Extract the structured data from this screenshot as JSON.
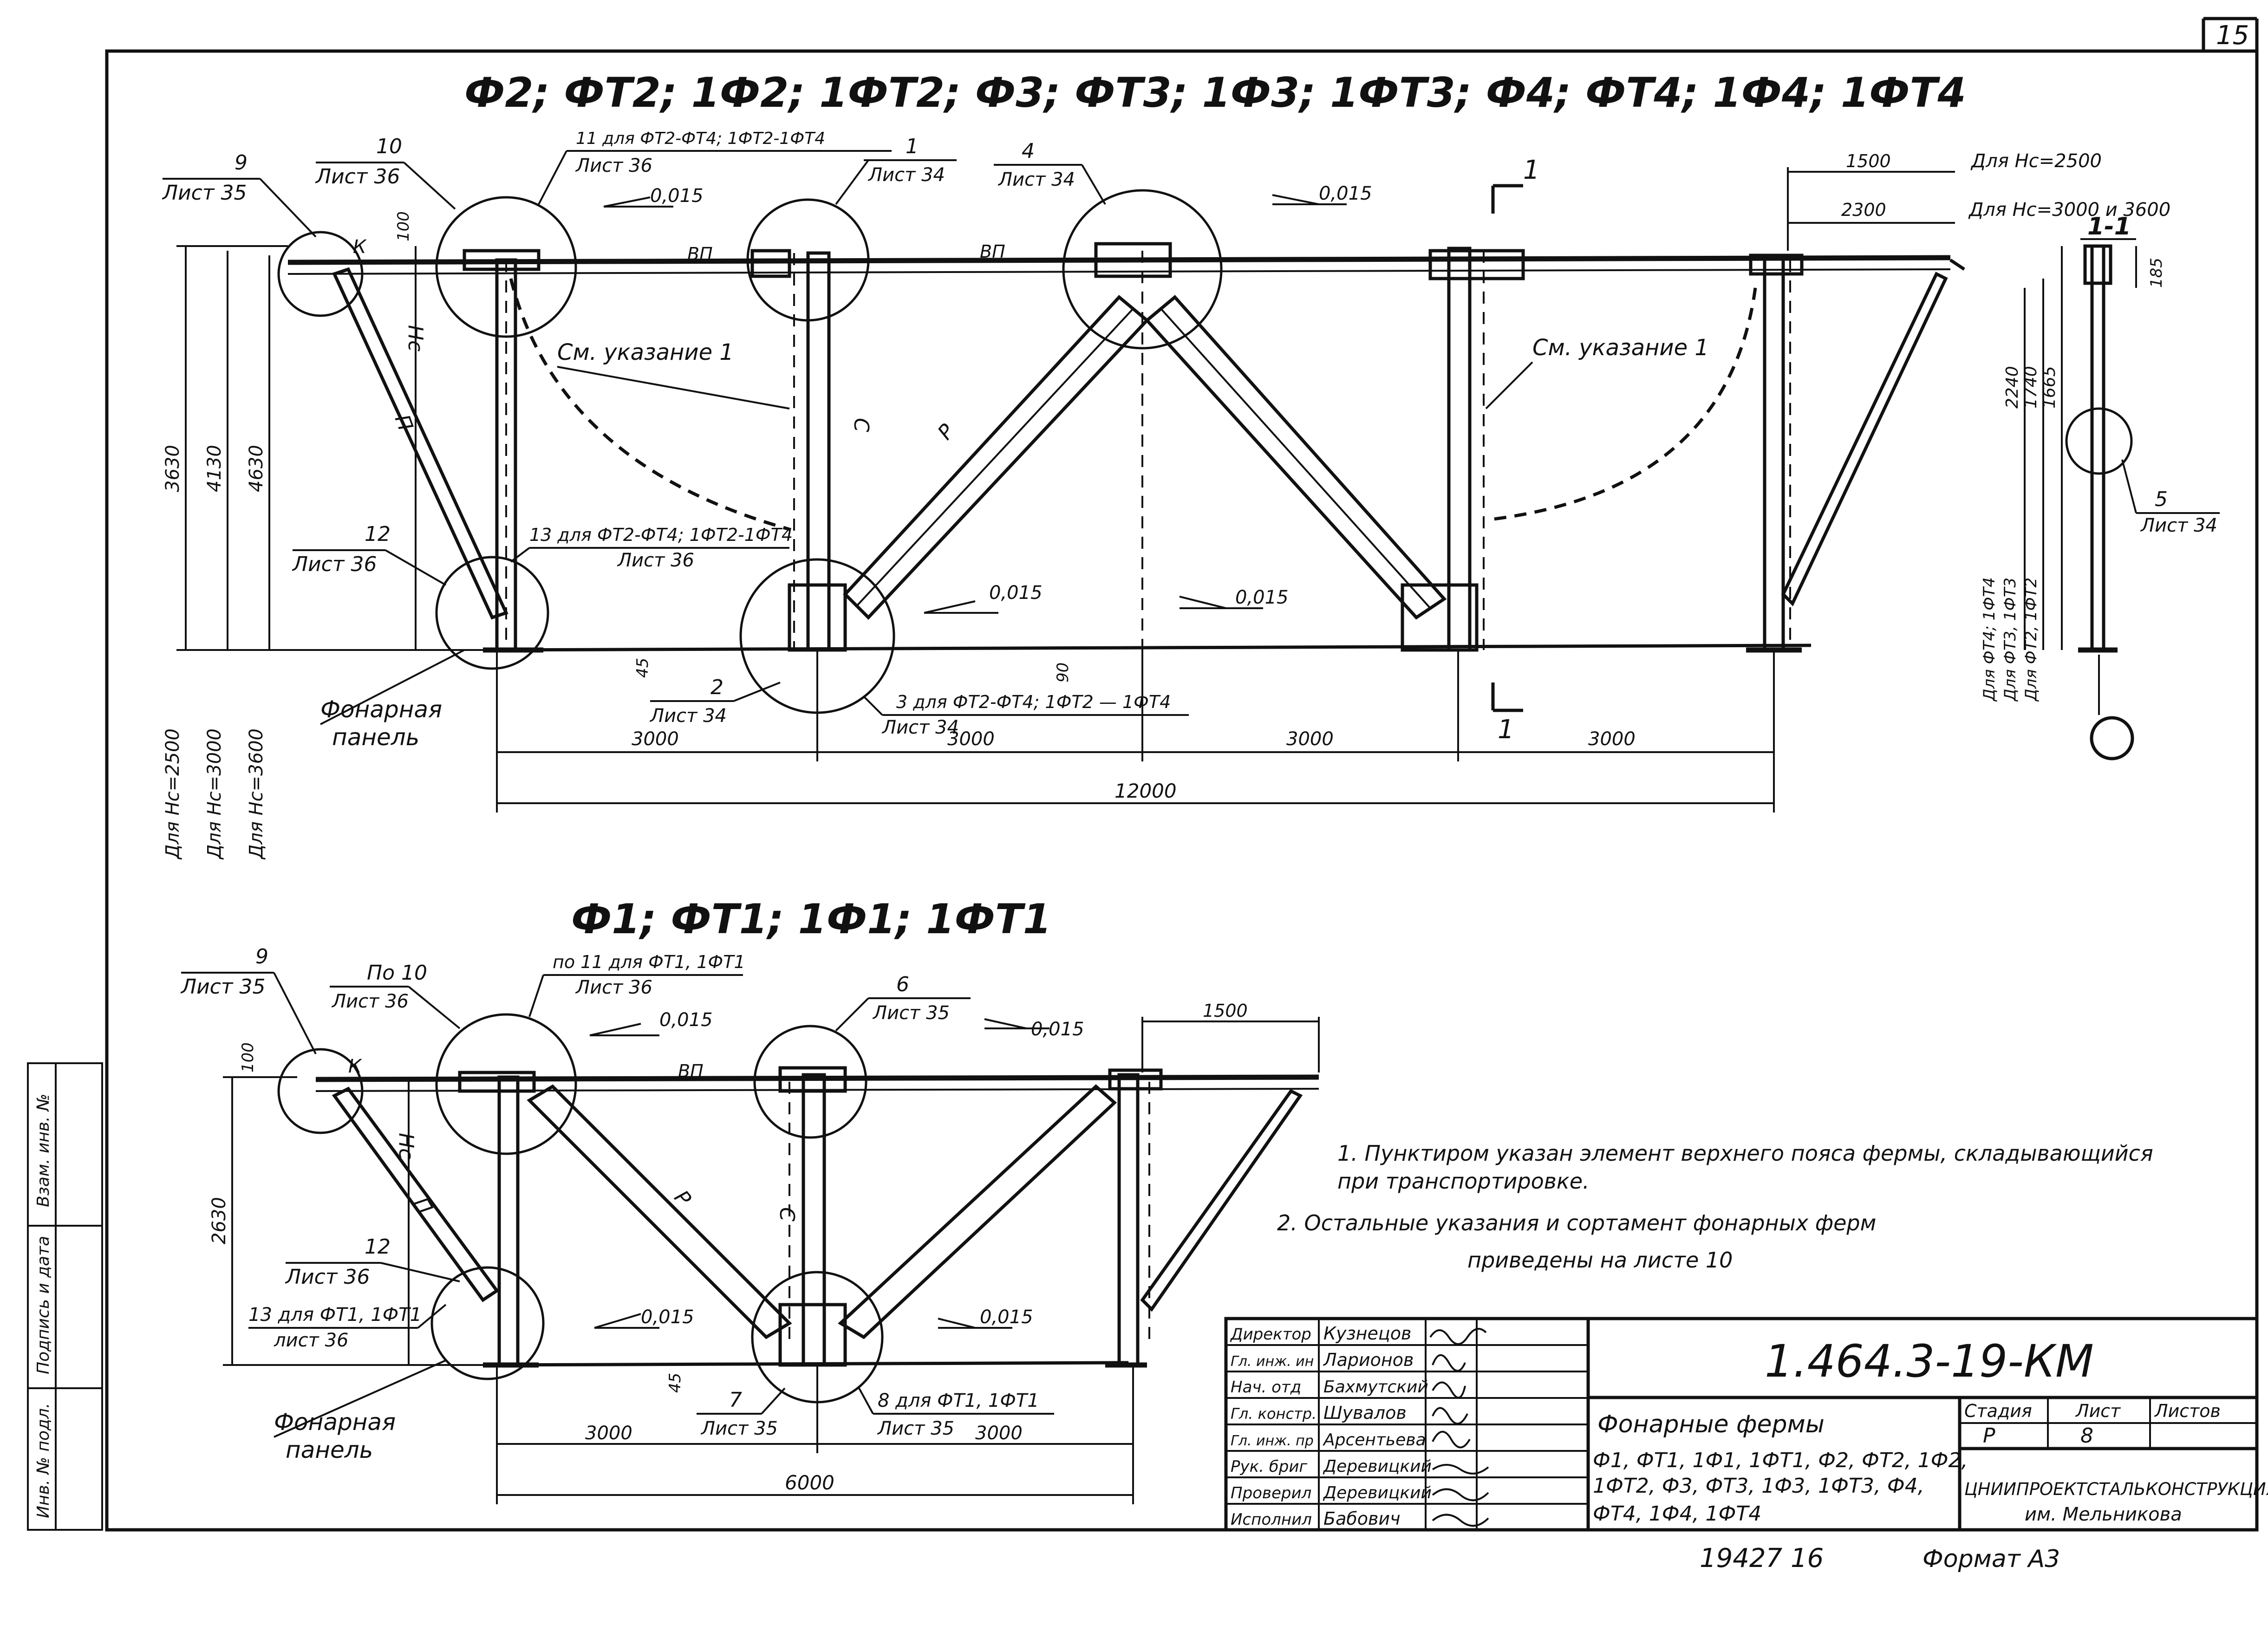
{
  "sheet": {
    "page_number": "15",
    "designation": "1.464.3-19-КМ",
    "format": "Формат А3",
    "bottom_number": "19427 16"
  },
  "top_truss": {
    "title": "Ф2; ФТ2; 1Ф2; 1ФТ2; Ф3; ФТ3; 1Ф3; 1ФТ3; Ф4; ФТ4; 1Ф4; 1ФТ4",
    "heights": [
      "3630",
      "4130",
      "4630"
    ],
    "height_notes": [
      "Для Hс=2500",
      "Для Hс=3000",
      "Для Hс=3600"
    ],
    "spans": [
      "3000",
      "3000",
      "3000",
      "3000"
    ],
    "total": "12000",
    "right_dims": [
      "1500",
      "2300"
    ],
    "right_dim_notes": [
      "Для Hс=2500",
      "Для Hс=3000 и 3600"
    ],
    "small_dims": [
      "100",
      "45",
      "90"
    ],
    "slopes": [
      "0,015",
      "0,015",
      "0,015",
      "0,015"
    ],
    "members": [
      "ВП",
      "ВП",
      "Hс",
      "П",
      "С",
      "Р",
      "К"
    ],
    "see_note": [
      "См. указание 1",
      "См. указание 1"
    ],
    "lantern_panel": [
      "Фонарная",
      "панель"
    ],
    "section_mark": "1",
    "callouts": [
      {
        "num": "9",
        "sheet": "Лист 35"
      },
      {
        "num": "10",
        "sheet": "Лист 36"
      },
      {
        "num": "11 для ФТ2-ФТ4; 1ФТ2-1ФТ4",
        "sheet": "Лист 36"
      },
      {
        "num": "1",
        "sheet": "Лист 34"
      },
      {
        "num": "4",
        "sheet": "Лист 34"
      },
      {
        "num": "12",
        "sheet": "Лист 36"
      },
      {
        "num": "13 для ФТ2-ФТ4; 1ФТ2-1ФТ4",
        "sheet": "Лист 36"
      },
      {
        "num": "2",
        "sheet": "Лист 34"
      },
      {
        "num": "3 для ФТ2-ФТ4; 1ФТ2 — 1ФТ4",
        "sheet": "Лист 34"
      }
    ]
  },
  "section": {
    "title": "1-1",
    "dims": [
      "185",
      "2240",
      "1740",
      "1665"
    ],
    "notes": [
      "Для ФТ4; 1ФТ4",
      "Для ФТ3, 1ФТ3",
      "Для ФТ2, 1ФТ2"
    ],
    "callout_num": "5",
    "callout_sheet": "Лист 34"
  },
  "bottom_truss": {
    "title": "Ф1; ФТ1; 1Ф1; 1ФТ1",
    "height": "2630",
    "spans": [
      "3000",
      "3000"
    ],
    "total": "6000",
    "right_dim": "1500",
    "small_dims": [
      "100",
      "45"
    ],
    "slopes": [
      "0,015",
      "0,015",
      "0,015",
      "0,015"
    ],
    "members": [
      "ВП",
      "Hс",
      "П",
      "Р",
      "С",
      "К"
    ],
    "lantern_panel": [
      "Фонарная",
      "панель"
    ],
    "callouts": [
      {
        "num": "9",
        "sheet": "Лист 35"
      },
      {
        "num": "По 10",
        "sheet": "Лист 36"
      },
      {
        "num": "по 11 для ФТ1, 1ФТ1",
        "sheet": "Лист 36"
      },
      {
        "num": "6",
        "sheet": "Лист 35"
      },
      {
        "num": "12",
        "sheet": "Лист 36"
      },
      {
        "num": "13 для ФТ1, 1ФТ1",
        "sheet": "лист 36"
      },
      {
        "num": "7",
        "sheet": "Лист 35"
      },
      {
        "num": "8 для ФТ1, 1ФТ1",
        "sheet": "Лист 35"
      }
    ]
  },
  "notes": [
    "1. Пунктиром указан элемент верхнего пояса фермы, складывающийся",
    "при транспортировке.",
    "2. Остальные указания и сортамент фонарных ферм",
    "приведены на листе 10"
  ],
  "side_stamp": [
    "Взам. инв. №",
    "Подпись и дата",
    "Инв. № подл."
  ],
  "title_block": {
    "roles": [
      "Директор",
      "Гл. инж. ин",
      "Нач. отд",
      "Гл. констр.",
      "Гл. инж. пр",
      "Рук. бриг",
      "Проверил",
      "Исполнил"
    ],
    "names": [
      "Кузнецов",
      "Ларионов",
      "Бахмутский",
      "Шувалов",
      "Арсентьева",
      "Деревицкий",
      "Деревицкий",
      "Бабович"
    ],
    "doc_title": "Фонарные фермы",
    "doc_list": [
      "Ф1, ФТ1, 1Ф1, 1ФТ1, Ф2, ФТ2, 1Ф2,",
      "1ФТ2, Ф3, ФТ3, 1Ф3, 1ФТ3, Ф4,",
      "ФТ4, 1Ф4, 1ФТ4"
    ],
    "stage_label": "Стадия",
    "sheet_label": "Лист",
    "sheets_label": "Листов",
    "stage": "Р",
    "sheet": "8",
    "org": "ЦНИИПРОЕКТСТАЛЬКОНСТРУКЦИЯ",
    "org_sub": "им. Мельникова"
  }
}
